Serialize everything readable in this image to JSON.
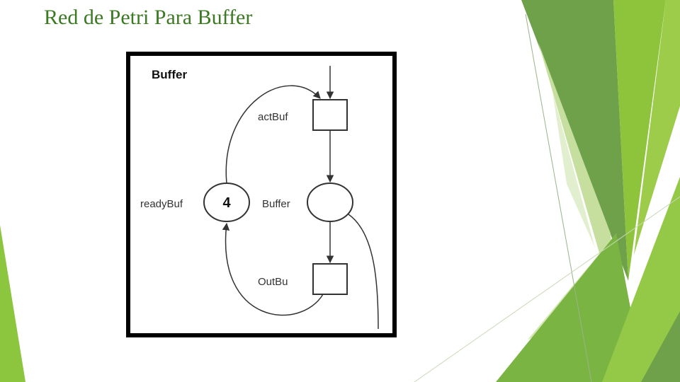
{
  "slide": {
    "title": "Red de Petri Para Buffer"
  },
  "diagram": {
    "title": "Buffer",
    "places": [
      {
        "id": "readyBuf",
        "label": "readyBuf",
        "tokens": "4"
      },
      {
        "id": "Buffer",
        "label": "Buffer",
        "tokens": ""
      }
    ],
    "transitions": [
      {
        "id": "actBuf",
        "label": "actBuf"
      },
      {
        "id": "OutBu",
        "label": "OutBu"
      }
    ],
    "arcs": [
      {
        "from": "input",
        "to": "actBuf"
      },
      {
        "from": "readyBuf",
        "to": "actBuf"
      },
      {
        "from": "actBuf",
        "to": "Buffer"
      },
      {
        "from": "Buffer",
        "to": "OutBu"
      },
      {
        "from": "OutBu",
        "to": "readyBuf"
      },
      {
        "from": "Buffer",
        "to": "output"
      }
    ]
  },
  "colors": {
    "title": "#3b7a22",
    "accent_dark": "#5a9a2e",
    "accent_mid": "#7ab442",
    "accent_light": "#9ccc4a",
    "accent_pale": "#d5e8b4"
  }
}
